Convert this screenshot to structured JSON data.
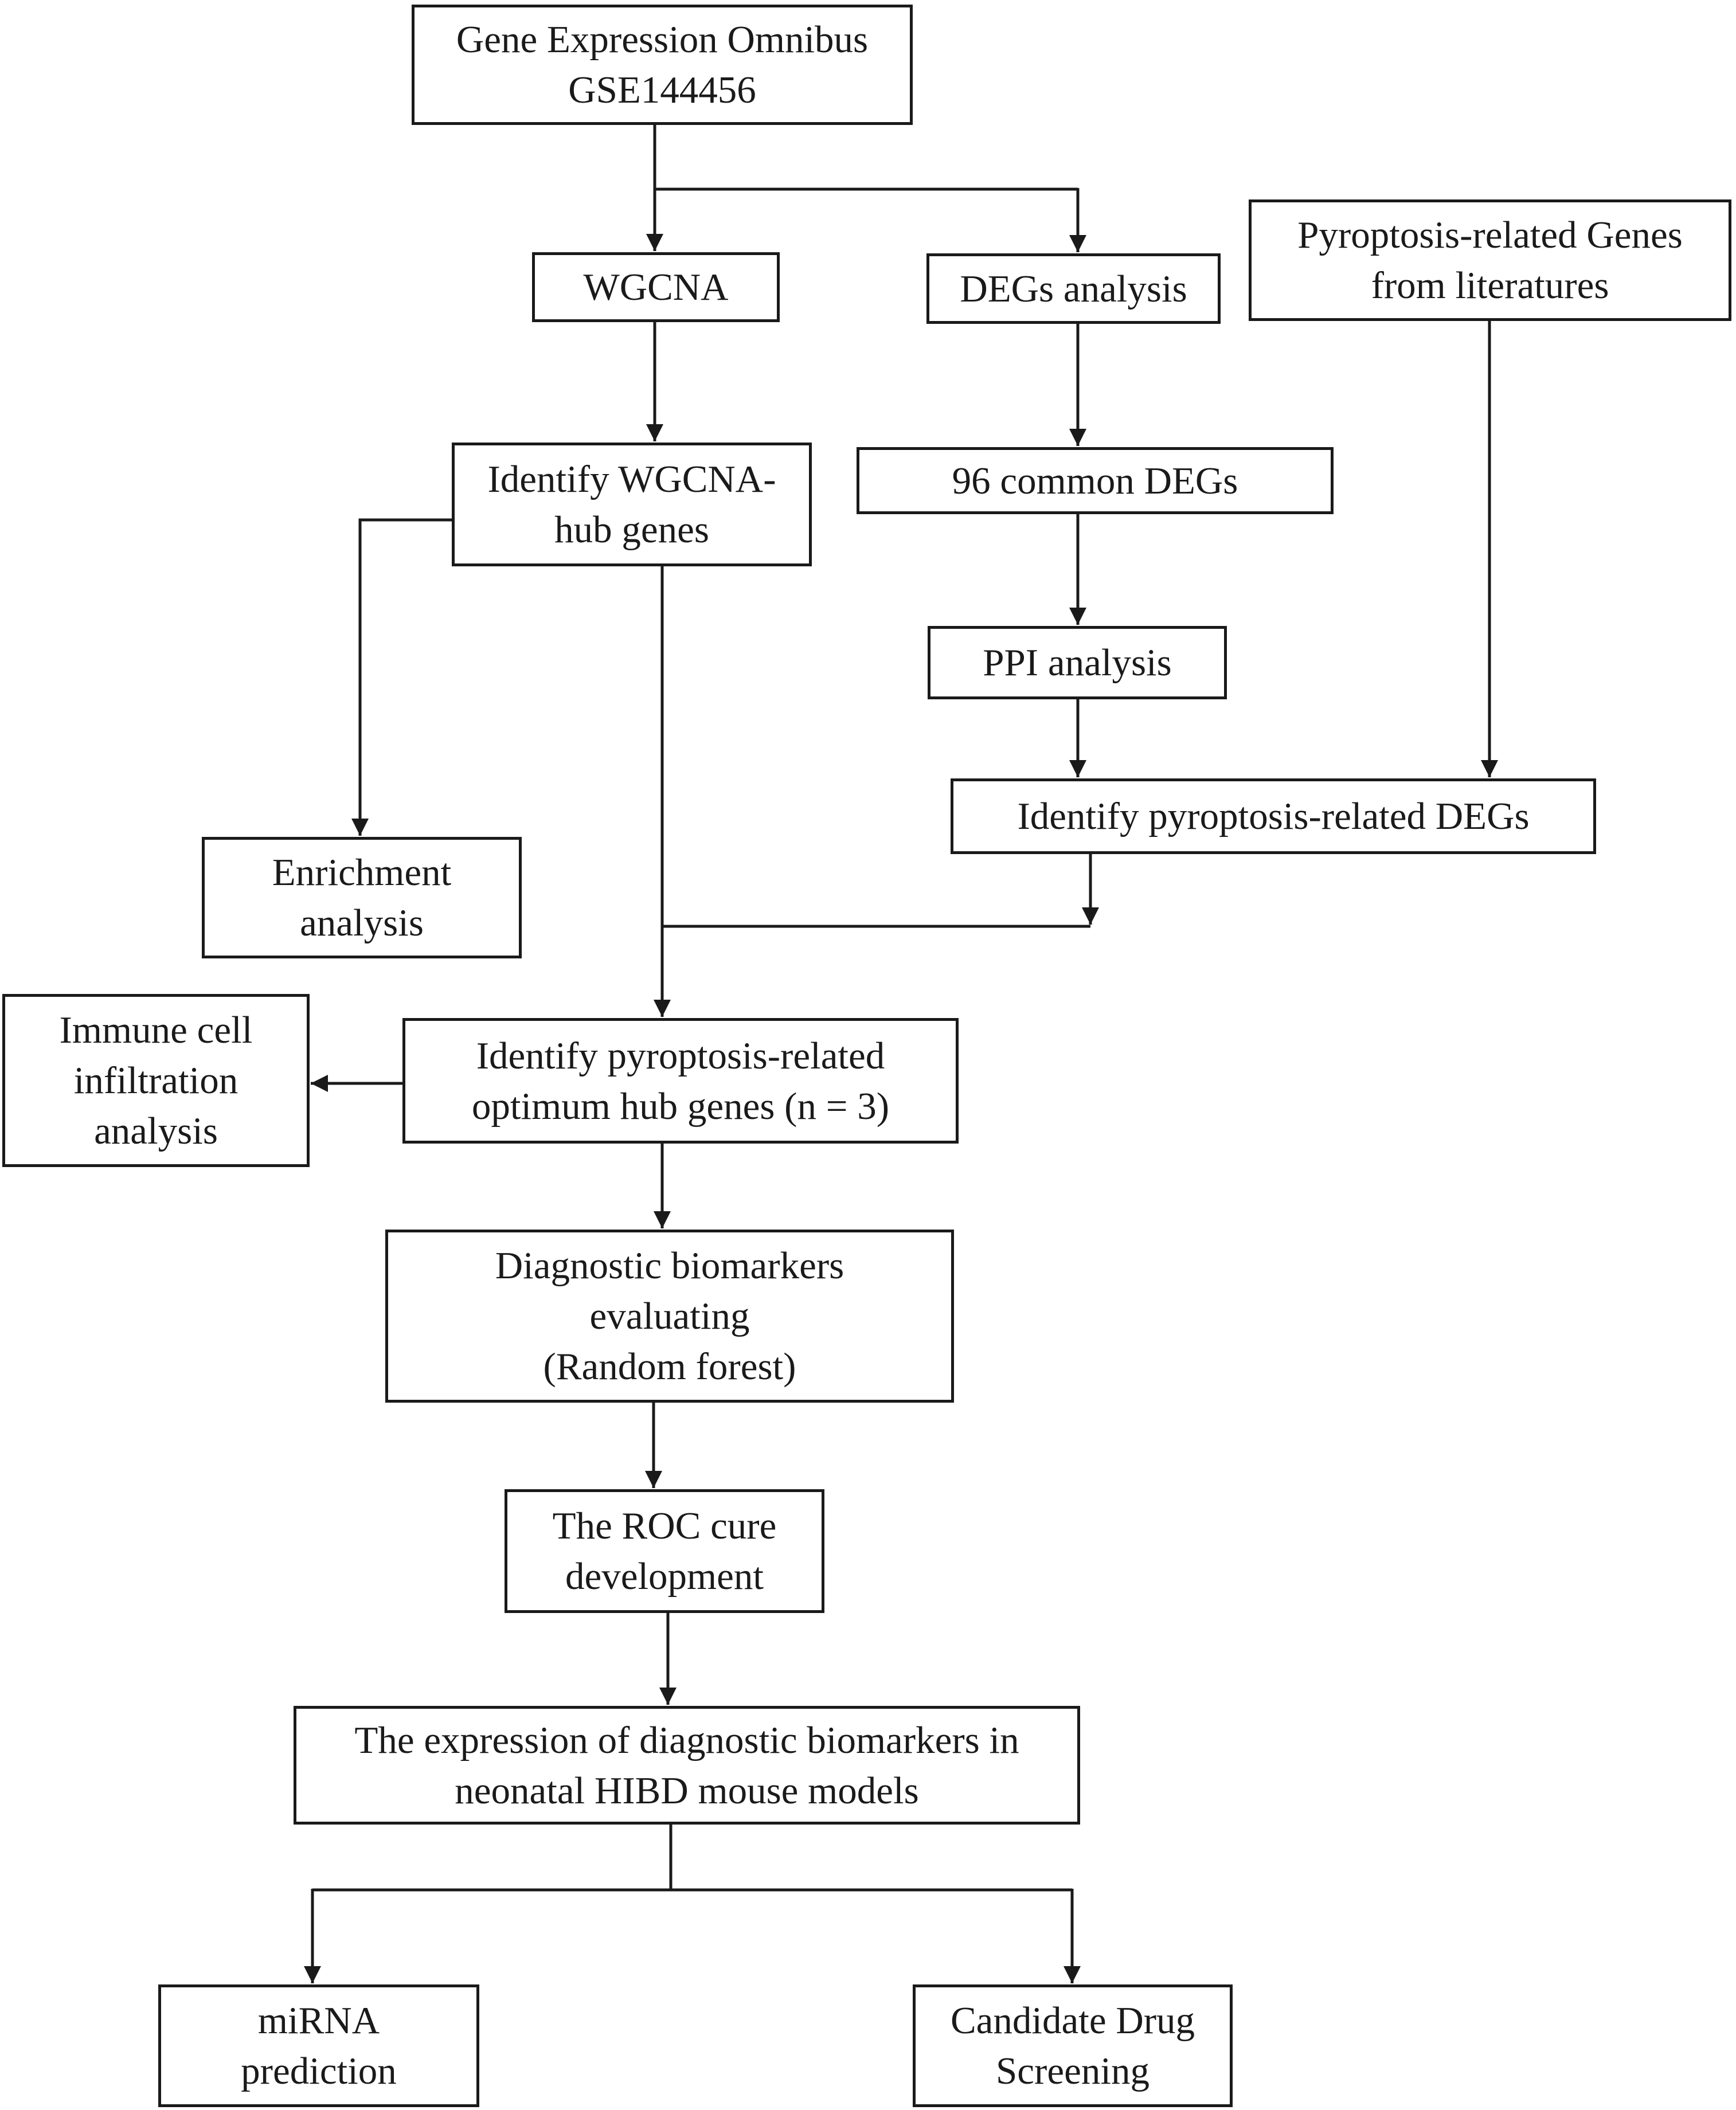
{
  "diagram": {
    "nodes": {
      "geo": {
        "lines": [
          "Gene Expression Omnibus",
          "GSE144456"
        ]
      },
      "wgcna": {
        "lines": [
          "WGCNA"
        ]
      },
      "degs": {
        "lines": [
          "DEGs analysis"
        ]
      },
      "pyro_lit": {
        "lines": [
          "Pyroptosis-related Genes",
          "from literatures"
        ]
      },
      "wgcna_hub": {
        "lines": [
          "Identify WGCNA-",
          "hub genes"
        ]
      },
      "common_degs": {
        "lines": [
          "96 common DEGs"
        ]
      },
      "ppi": {
        "lines": [
          "PPI analysis"
        ]
      },
      "pyro_degs": {
        "lines": [
          "Identify pyroptosis-related DEGs"
        ]
      },
      "enrichment": {
        "lines": [
          "Enrichment",
          "analysis"
        ]
      },
      "immune": {
        "lines": [
          "Immune cell",
          "infiltration",
          "analysis"
        ]
      },
      "optimum_hub": {
        "lines": [
          "Identify pyroptosis-related",
          "optimum hub genes (n = 3)"
        ]
      },
      "diag_bio": {
        "lines": [
          "Diagnostic biomarkers",
          "evaluating",
          "(Random forest)"
        ]
      },
      "roc": {
        "lines": [
          "The ROC cure",
          "development"
        ]
      },
      "expression": {
        "lines": [
          "The expression of diagnostic biomarkers in",
          "neonatal HIBD mouse models"
        ]
      },
      "mirna": {
        "lines": [
          "miRNA",
          "prediction"
        ]
      },
      "drug": {
        "lines": [
          "Candidate Drug",
          "Screening"
        ]
      }
    },
    "colors": {
      "stroke": "#1a1a1a",
      "text": "#1a1a1a",
      "background": "#ffffff"
    }
  }
}
